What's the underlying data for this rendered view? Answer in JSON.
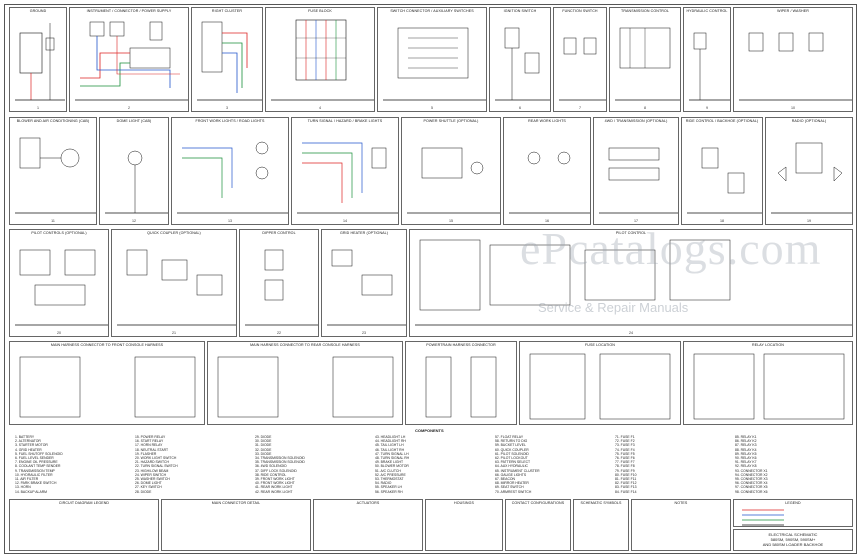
{
  "row1": [
    {
      "title": "GROUND",
      "num": "1"
    },
    {
      "title": "INSTRUMENT / CONNECTOR / POWER SUPPLY",
      "num": "2"
    },
    {
      "title": "RIGHT CLUSTER",
      "num": "3"
    },
    {
      "title": "FUSE BLOCK",
      "num": "4"
    },
    {
      "title": "SWITCH CONNECTOR / AUXILIARY SWITCHES",
      "num": "5"
    },
    {
      "title": "IGNITION SWITCH",
      "num": "6"
    },
    {
      "title": "FUNCTION SWITCH",
      "num": "7"
    },
    {
      "title": "TRANSMISSION CONTROL",
      "num": "8"
    },
    {
      "title": "HYDRAULIC CONTROL",
      "num": "9"
    },
    {
      "title": "WIPER / WASHER",
      "num": "10"
    }
  ],
  "row2": [
    {
      "title": "BLOWER AND AIR CONDITIONING (CAB)",
      "num": "11"
    },
    {
      "title": "DOME LIGHT (CAB)",
      "num": "12"
    },
    {
      "title": "FRONT WORK LIGHTS / ROAD LIGHTS",
      "num": "13"
    },
    {
      "title": "TURN SIGNAL / HAZARD / BRAKE LIGHTS",
      "num": "14"
    },
    {
      "title": "POWER SHUTTLE (OPTIONAL)",
      "num": "15"
    },
    {
      "title": "REAR WORK LIGHTS",
      "num": "16"
    },
    {
      "title": "4WD / TRANSMISSION (OPTIONAL)",
      "num": "17"
    },
    {
      "title": "RIDE CONTROL / BACKHOE (OPTIONAL)",
      "num": "18"
    },
    {
      "title": "RADIO (OPTIONAL)",
      "num": "19"
    }
  ],
  "row3": [
    {
      "title": "PILOT CONTROLS (OPTIONAL)",
      "num": "20"
    },
    {
      "title": "QUICK COUPLER (OPTIONAL)",
      "num": "21"
    },
    {
      "title": "DIPPER CONTROL",
      "num": "22"
    },
    {
      "title": "GRID HEATER (OPTIONAL)",
      "num": "23"
    },
    {
      "title": "PILOT CONTROL",
      "num": "24"
    }
  ],
  "row4": [
    {
      "title": "MAIN HARNESS CONNECTOR TO FRONT CONSOLE HARNESS"
    },
    {
      "title": "MAIN HARNESS CONNECTOR TO REAR CONSOLE HARNESS"
    },
    {
      "title": "POWERTRAIN HARNESS CONNECTOR"
    },
    {
      "title": "FUSE LOCATION"
    },
    {
      "title": "RELAY LOCATION"
    }
  ],
  "components_title": "COMPONENTS",
  "legend_cols": [
    [
      "1. BATTERY",
      "2. ALTERNATOR",
      "3. STARTER MOTOR",
      "4. GRID HEATER",
      "5. FUEL SHUTOFF SOLENOID",
      "6. FUEL LEVEL SENDER",
      "7. ENGINE OIL PRESSURE",
      "8. COOLANT TEMP SENDER",
      "9. TRANSMISSION TEMP",
      "10. HYDRAULIC FILTER",
      "11. AIR FILTER",
      "12. PARK BRAKE SWITCH",
      "13. HORN",
      "14. BACKUP ALARM"
    ],
    [
      "15. POWER RELAY",
      "16. START RELAY",
      "17. HORN RELAY",
      "18. NEUTRAL START",
      "19. FLASHER",
      "20. WORK LIGHT SWITCH",
      "21. HAZARD SWITCH",
      "22. TURN SIGNAL SWITCH",
      "23. HIGH/LOW BEAM",
      "24. WIPER SWITCH",
      "25. WASHER SWITCH",
      "26. DOME LIGHT",
      "27. KEY SWITCH",
      "28. DIODE"
    ],
    [
      "29. DIODE",
      "30. DIODE",
      "31. DIODE",
      "32. DIODE",
      "33. DIODE",
      "34. TRANSMISSION SOLENOID",
      "35. TRANSMISSION SOLENOID",
      "36. 4WD SOLENOID",
      "37. DIFF LOCK SOLENOID",
      "38. RIDE CONTROL",
      "39. FRONT WORK LIGHT",
      "40. FRONT WORK LIGHT",
      "41. REAR WORK LIGHT",
      "42. REAR WORK LIGHT"
    ],
    [
      "43. HEADLIGHT LH",
      "44. HEADLIGHT RH",
      "45. TAIL LIGHT LH",
      "46. TAIL LIGHT RH",
      "47. TURN SIGNAL LH",
      "48. TURN SIGNAL RH",
      "49. BRAKE LIGHT",
      "50. BLOWER MOTOR",
      "51. A/C CLUTCH",
      "52. A/C PRESSURE",
      "53. THERMOSTAT",
      "54. RADIO",
      "55. SPEAKER LH",
      "56. SPEAKER RH"
    ],
    [
      "57. FLOAT RELAY",
      "58. RETURN TO DIG",
      "59. BUCKET LEVEL",
      "60. QUICK COUPLER",
      "61. PILOT SOLENOID",
      "62. PILOT LOCKOUT",
      "63. PATTERN SELECT",
      "64. AUX HYDRAULIC",
      "65. INSTRUMENT CLUSTER",
      "66. GAUGE LIGHTS",
      "67. BEACON",
      "68. MIRROR HEATER",
      "69. SEAT SWITCH",
      "70. ARMREST SWITCH"
    ],
    [
      "71. FUSE F1",
      "72. FUSE F2",
      "73. FUSE F3",
      "74. FUSE F4",
      "75. FUSE F5",
      "76. FUSE F6",
      "77. FUSE F7",
      "78. FUSE F8",
      "79. FUSE F9",
      "80. FUSE F10",
      "81. FUSE F11",
      "82. FUSE F12",
      "83. FUSE F13",
      "84. FUSE F14"
    ],
    [
      "85. RELAY K1",
      "86. RELAY K2",
      "87. RELAY K3",
      "88. RELAY K4",
      "89. RELAY K5",
      "90. RELAY K6",
      "91. RELAY K7",
      "92. RELAY K8",
      "93. CONNECTOR X1",
      "94. CONNECTOR X2",
      "95. CONNECTOR X3",
      "96. CONNECTOR X4",
      "97. CONNECTOR X5",
      "98. CONNECTOR X6"
    ]
  ],
  "bottom": {
    "circuit_title": "CIRCUIT DIAGRAM LEGEND",
    "connector_title": "MAIN CONNECTOR DETAIL",
    "actuators_title": "ACTUATORS",
    "housings_title": "HOUSINGS",
    "contact_title": "CONTACT CONFIGURATIONS",
    "symbols_title": "SCHEMATIC SYMBOLS",
    "notes_title": "NOTES",
    "legend_title": "LEGEND",
    "title_block": [
      "ELECTRICAL SCHEMATIC",
      "580SM, 590SM, 590SM+",
      "AND 580SM LOADER BACKHOE"
    ]
  },
  "watermark": {
    "main": "ePcatalogs.com",
    "sub": "Service & Repair Manuals"
  },
  "colors": {
    "red": "#d22",
    "blue": "#2255cc",
    "green": "#1a8f3a",
    "black": "#111",
    "grey": "#777"
  }
}
